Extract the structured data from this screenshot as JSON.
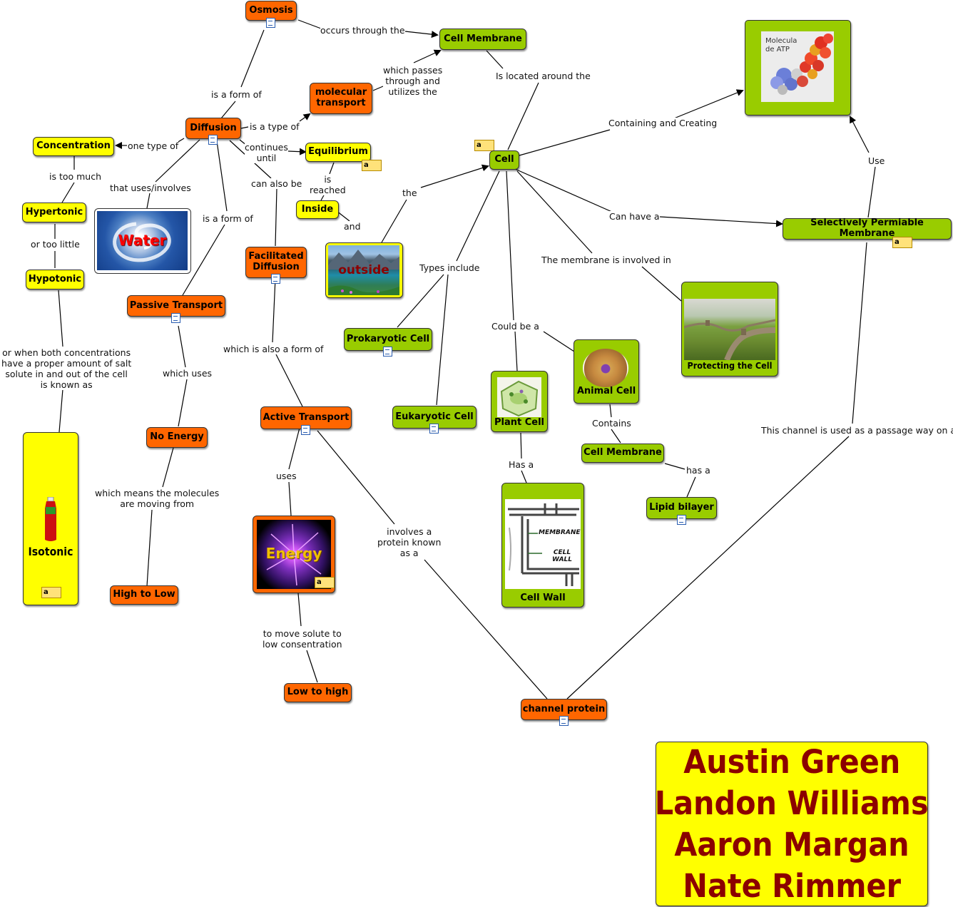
{
  "nodes": {
    "osmosis": "Osmosis",
    "cell_membrane_top": "Cell Membrane",
    "molecular_transport": "molecular transport",
    "diffusion": "Diffusion",
    "concentration": "Concentration",
    "equilibrium": "Equilibrium",
    "cell": "Cell",
    "hypertonic": "Hypertonic",
    "water": "Water",
    "inside": "Inside",
    "hypotonic": "Hypotonic",
    "facilitated_diffusion": "Facilitated Diffusion",
    "outside": "outside",
    "passive_transport": "Passive Transport",
    "selectively_permiable_membrane": "Selectively Permiable Membrane",
    "prokaryotic_cell": "Prokaryotic Cell",
    "protecting_the_cell": "Protecting the Cell",
    "animal_cell": "Animal Cell",
    "plant_cell": "Plant Cell",
    "eukaryotic_cell": "Eukaryotic Cell",
    "active_transport": "Active Transport",
    "no_energy": "No Energy",
    "isotonic": "Isotonic",
    "cell_membrane_lower": "Cell Membrane",
    "lipid_bilayer": "Lipid bilayer",
    "energy": "Energy",
    "cell_wall": "Cell Wall",
    "high_to_low": "High to Low",
    "low_to_high": "Low to high",
    "channel_protein": "channel protein"
  },
  "links": {
    "occurs_through_the": "occurs through the",
    "is_located_around_the": "Is located around the",
    "which_passes": "which passes\nthrough and\nutilizes the",
    "is_a_form_of_1": "is a form of",
    "is_a_type_of": "is a type of",
    "one_type_of": "one type of",
    "continues_until": "continues\nuntil",
    "containing_and_creating": "Containing and Creating",
    "use": "Use",
    "is_too_much": "is too much",
    "that_uses_involves": "that uses/involves",
    "can_also_be": "can also be",
    "is_reached": "is\nreached",
    "the": "the",
    "can_have_a": "Can have a",
    "or_too_little": "or too little",
    "is_a_form_of_2": "is a form of",
    "and": "and",
    "types_include": "Types include",
    "membrane_involved_in": "The membrane is involved in",
    "could_be_a": "Could be a",
    "which_is_also_a_form_of": "which is also a form of",
    "or_when_both": "or when both concentrations\nhave a proper amount of salt\nsolute in and out of the cell\nis known as",
    "which_uses": "which uses",
    "contains": "Contains",
    "has_a_1": "Has a",
    "has_a_2": "has a",
    "channel_used": "This channel is used as a passage way on a",
    "uses": "uses",
    "which_means": "which means the molecules\nare moving from",
    "involves_a_protein": "involves a\nprotein known\nas a",
    "to_move_solute": "to move solute to\nlow consentration"
  },
  "atp_image_text": "Molecula\nde ATP",
  "cell_wall_image_labels": {
    "membrane": "MEMBRANE",
    "cell_wall": "CELL WALL"
  },
  "note_icon_text": "a",
  "authors": [
    "Austin Green",
    "Landon Williams",
    "Aaron Margan",
    "Nate Rimmer"
  ],
  "colors": {
    "orange": "#ff6600",
    "green": "#99cc00",
    "yellow": "#ffff00",
    "authors_text": "#8b0000",
    "icon_blue": "#2a5db0"
  }
}
